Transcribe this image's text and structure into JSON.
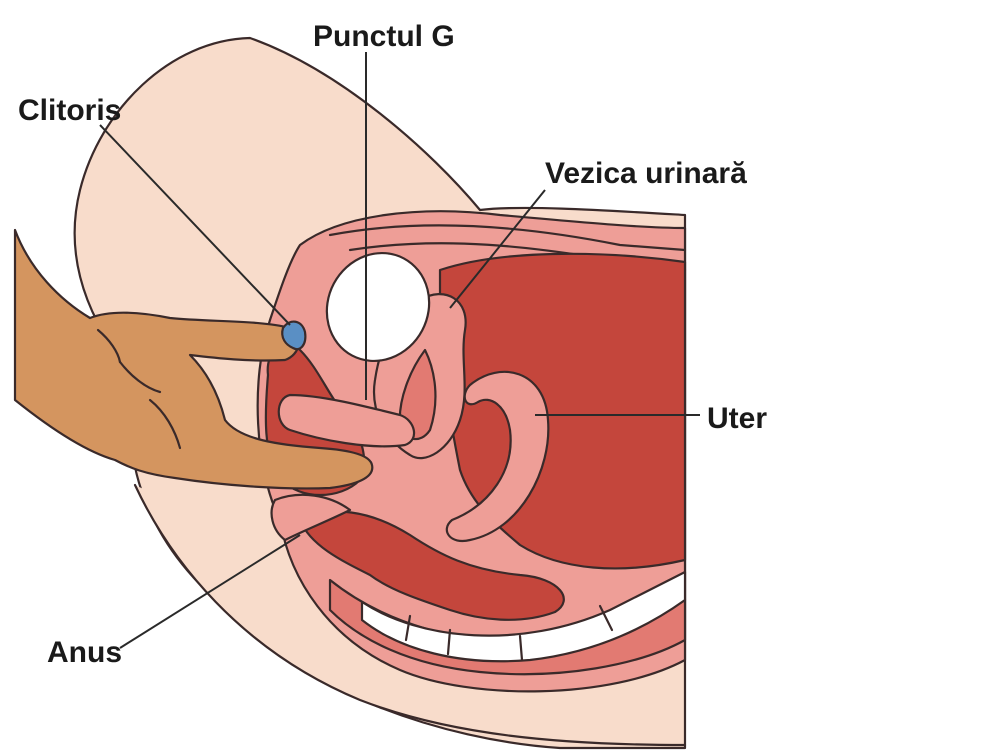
{
  "labels": {
    "gspot": "Punctul G",
    "clitoris": "Clitoris",
    "bladder": "Vezica urinară",
    "uterus": "Uter",
    "anus": "Anus"
  },
  "colors": {
    "skin_light": "#f8dccb",
    "tissue_pink": "#ee9e97",
    "tissue_mid": "#e27a72",
    "tissue_dark": "#c4463c",
    "hand": "#d4955f",
    "clitoris": "#5a8fc4",
    "bone": "#ffffff"
  }
}
